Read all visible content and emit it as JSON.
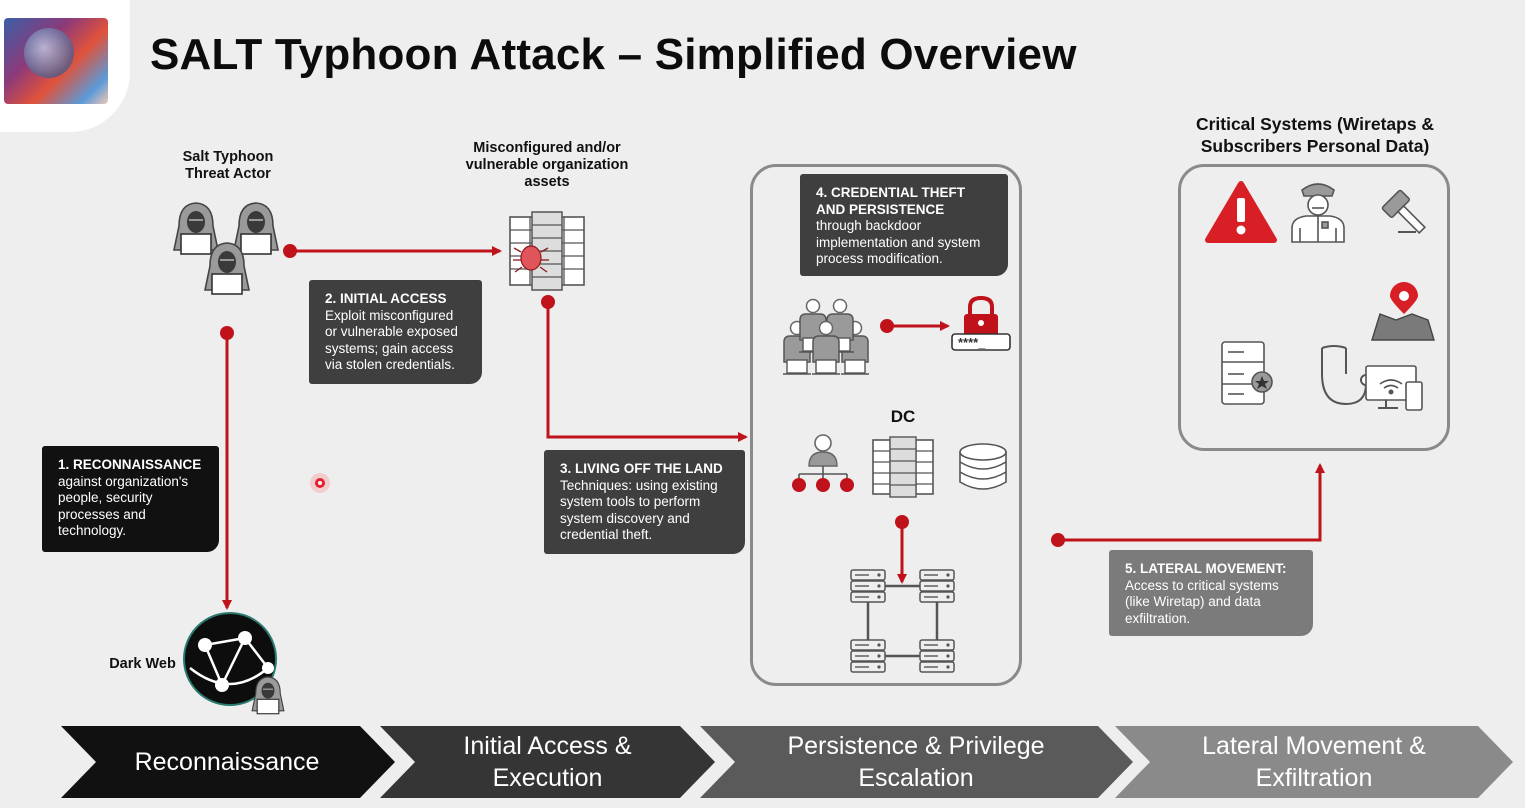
{
  "title": "SALT Typhoon Attack – Simplified Overview",
  "nodes": {
    "threat_actor": "Salt Typhoon\nThreat Actor",
    "org_assets": "Misconfigured and/or\nvulnerable organization\nassets",
    "critical_systems": "Critical Systems (Wiretaps &\nSubscribers Personal Data)",
    "dark_web": "Dark Web",
    "dc": "DC",
    "password_mask": "****_"
  },
  "steps": [
    {
      "head": "1. RECONNAISSANCE",
      "body": "against organization's\npeople, security\nprocesses and\ntechnology."
    },
    {
      "head": "2. INITIAL ACCESS",
      "body": "Exploit misconfigured\nor vulnerable exposed\nsystems; gain access\nvia stolen credentials."
    },
    {
      "head": "3. LIVING OFF THE LAND",
      "body": "Techniques: using existing\nsystem tools to perform\nsystem discovery and\ncredential theft."
    },
    {
      "head": "4. CREDENTIAL THEFT\nAND PERSISTENCE",
      "body": "through backdoor\nimplementation and system\nprocess modification."
    },
    {
      "head": "5. LATERAL MOVEMENT:",
      "body": "Access to critical systems\n(like Wiretap) and data\nexfiltration."
    }
  ],
  "phases": [
    {
      "label": "Reconnaissance",
      "color": "#111111"
    },
    {
      "label": "Initial Access &\nExecution",
      "color": "#353535"
    },
    {
      "label": "Persistence & Privilege\nEscalation",
      "color": "#5a5a5a"
    },
    {
      "label": "Lateral Movement &\nExfiltration",
      "color": "#8a8a8a"
    }
  ],
  "colors": {
    "accent": "#c0121b",
    "panel_border": "#8a8a8a"
  }
}
